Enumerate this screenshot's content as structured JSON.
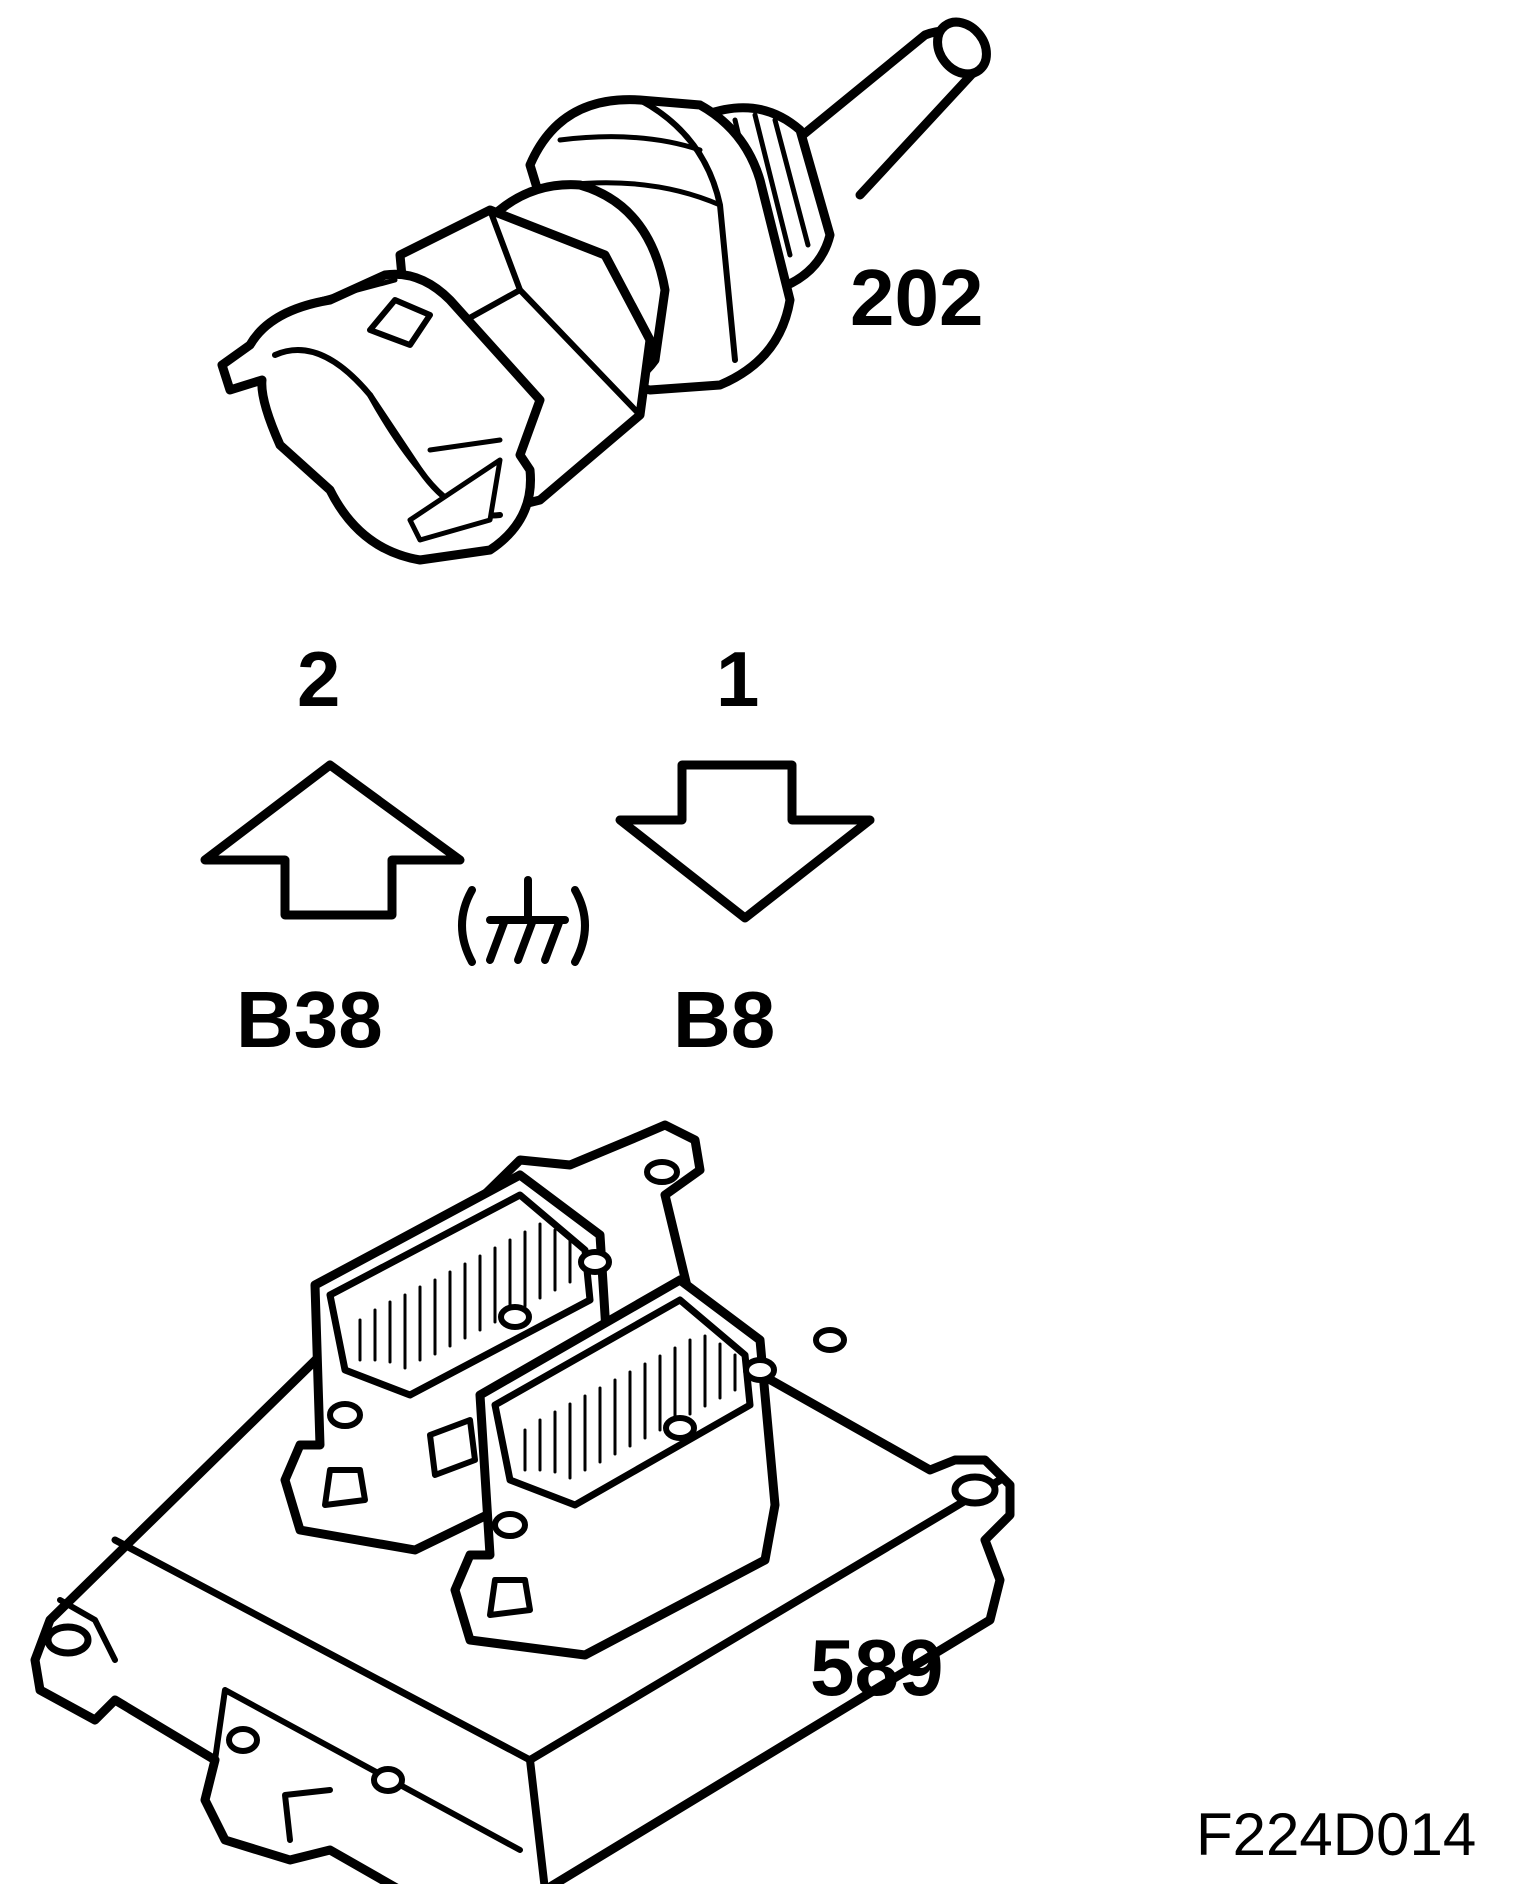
{
  "labels": {
    "sensor_part": "202",
    "pin_left": "2",
    "pin_right": "1",
    "connector_left": "B38",
    "connector_right": "B8",
    "ecu_part": "589",
    "figure_code": "F224D014"
  },
  "icons": {
    "ground": "ground-symbol-icon"
  },
  "colors": {
    "ink": "#000000",
    "paper": "#ffffff"
  }
}
